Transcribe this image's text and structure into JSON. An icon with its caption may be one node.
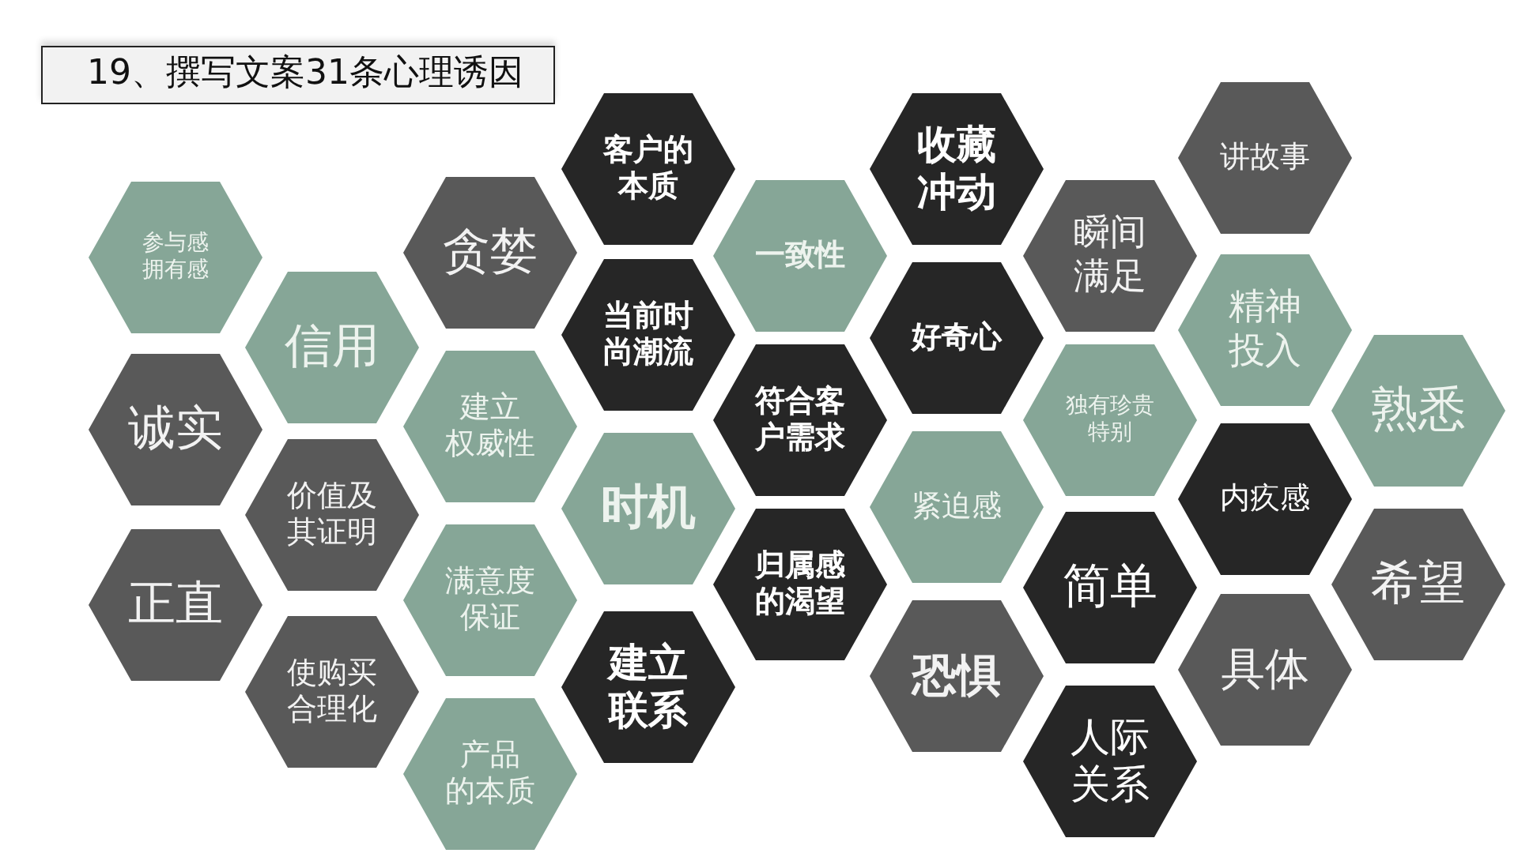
{
  "diagram": {
    "title": "19、撰写文案31条心理诱因",
    "nodes": [
      {
        "text": [
          "参与感拥有感"
        ]
      },
      {
        "text": [
          "诚实"
        ]
      },
      {
        "text": [
          "正直"
        ]
      },
      {
        "text": [
          "信用"
        ]
      },
      {
        "text": [
          "价值及其证明"
        ]
      },
      {
        "text": [
          "使购买合理化"
        ]
      },
      {
        "text": [
          "贪婪"
        ]
      },
      {
        "text": [
          "建立权威性"
        ]
      },
      {
        "text": [
          "满意度保证"
        ]
      },
      {
        "text": [
          "产品的本质"
        ]
      },
      {
        "text": [
          "客户的本质"
        ]
      },
      {
        "text": [
          "当前时尚潮流"
        ]
      },
      {
        "text": [
          "时机"
        ]
      },
      {
        "text": [
          "建立联系"
        ]
      },
      {
        "text": [
          "一致性"
        ]
      },
      {
        "text": [
          "符合客户需求"
        ]
      },
      {
        "text": [
          "归属感的渴望"
        ]
      },
      {
        "text": [
          "收藏冲动"
        ]
      },
      {
        "text": [
          "好奇心"
        ]
      },
      {
        "text": [
          "紧迫感"
        ]
      },
      {
        "text": [
          "恐惧"
        ]
      },
      {
        "text": [
          "瞬间满足"
        ]
      },
      {
        "text": [
          "独有珍贵特别"
        ]
      },
      {
        "text": [
          "简单"
        ]
      },
      {
        "text": [
          "人际关系"
        ]
      },
      {
        "text": [
          "讲故事"
        ]
      },
      {
        "text": [
          "精神投入"
        ]
      },
      {
        "text": [
          "内疚感"
        ]
      },
      {
        "text": [
          "具体"
        ]
      },
      {
        "text": [
          "熟悉"
        ]
      },
      {
        "text": [
          "希望"
        ]
      }
    ]
  }
}
